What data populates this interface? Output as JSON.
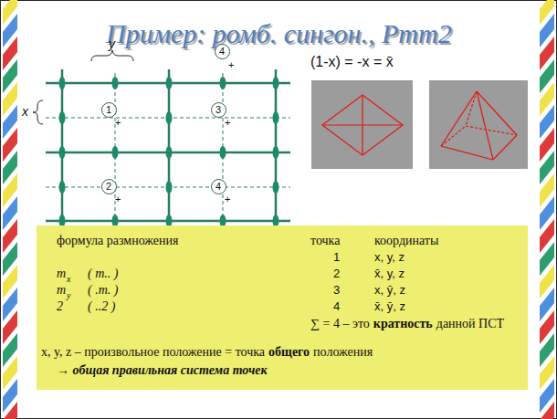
{
  "diagram": {
    "title": "Пример: ромб. сингон., Pmm2",
    "nodes": [
      {
        "text": [
          "4"
        ]
      },
      {
        "text": [
          "1"
        ]
      },
      {
        "text": [
          "3"
        ]
      },
      {
        "text": [
          "2"
        ]
      },
      {
        "text": [
          "4"
        ]
      },
      {
        "text": [
          "формула размножения",
          "точка",
          "координаты",
          "1",
          "x, y, z",
          "m",
          "x",
          "( m.. )",
          "2",
          "x̄, y, z",
          "m",
          "y",
          "( .m. )",
          "3",
          "x, ȳ, z",
          "2",
          "( ..2 )",
          "4",
          "x̄, ȳ, z",
          "∑ = 4 – это",
          "кратность",
          "данной ПСТ",
          "x, y, z – произвольное положение = точка",
          "общего",
          "положения",
          "→ общая правильная система точек"
        ]
      }
    ],
    "labels": [
      "y",
      "x",
      "+",
      "+",
      "+",
      "+",
      "+",
      "(1-x) = -x = x̄"
    ]
  }
}
